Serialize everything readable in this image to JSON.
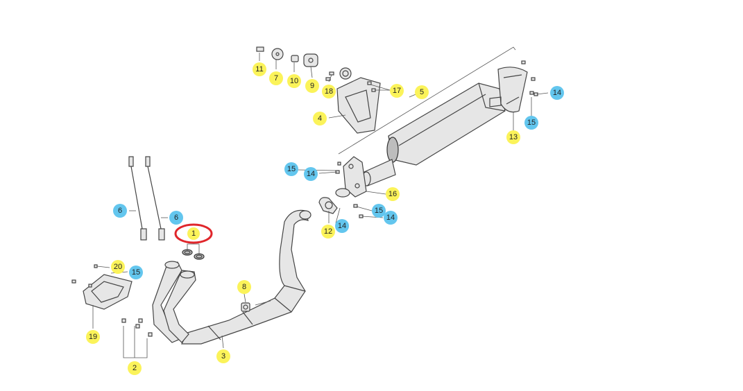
{
  "colors": {
    "callout_yellow": "#fbf35a",
    "callout_blue": "#63c6ee",
    "highlight_red": "#e0262b",
    "line": "#444444"
  },
  "callouts": [
    {
      "id": "11",
      "label": "11",
      "color": "yellow"
    },
    {
      "id": "7",
      "label": "7",
      "color": "yellow"
    },
    {
      "id": "10",
      "label": "10",
      "color": "yellow"
    },
    {
      "id": "9",
      "label": "9",
      "color": "yellow"
    },
    {
      "id": "18",
      "label": "18",
      "color": "yellow"
    },
    {
      "id": "17",
      "label": "17",
      "color": "yellow"
    },
    {
      "id": "5",
      "label": "5",
      "color": "yellow"
    },
    {
      "id": "14a",
      "label": "14",
      "color": "blue"
    },
    {
      "id": "15a",
      "label": "15",
      "color": "blue"
    },
    {
      "id": "4",
      "label": "4",
      "color": "yellow"
    },
    {
      "id": "13",
      "label": "13",
      "color": "yellow"
    },
    {
      "id": "15b",
      "label": "15",
      "color": "blue"
    },
    {
      "id": "14b",
      "label": "14",
      "color": "blue"
    },
    {
      "id": "16",
      "label": "16",
      "color": "yellow"
    },
    {
      "id": "6a",
      "label": "6",
      "color": "blue"
    },
    {
      "id": "6b",
      "label": "6",
      "color": "blue"
    },
    {
      "id": "15c",
      "label": "15",
      "color": "blue"
    },
    {
      "id": "14c",
      "label": "14",
      "color": "blue"
    },
    {
      "id": "12",
      "label": "12",
      "color": "yellow"
    },
    {
      "id": "14d",
      "label": "14",
      "color": "blue"
    },
    {
      "id": "1",
      "label": "1",
      "color": "yellow",
      "highlighted": true
    },
    {
      "id": "20",
      "label": "20",
      "color": "yellow"
    },
    {
      "id": "15d",
      "label": "15",
      "color": "blue"
    },
    {
      "id": "8",
      "label": "8",
      "color": "yellow"
    },
    {
      "id": "19",
      "label": "19",
      "color": "yellow"
    },
    {
      "id": "3",
      "label": "3",
      "color": "yellow"
    },
    {
      "id": "2",
      "label": "2",
      "color": "yellow"
    }
  ]
}
